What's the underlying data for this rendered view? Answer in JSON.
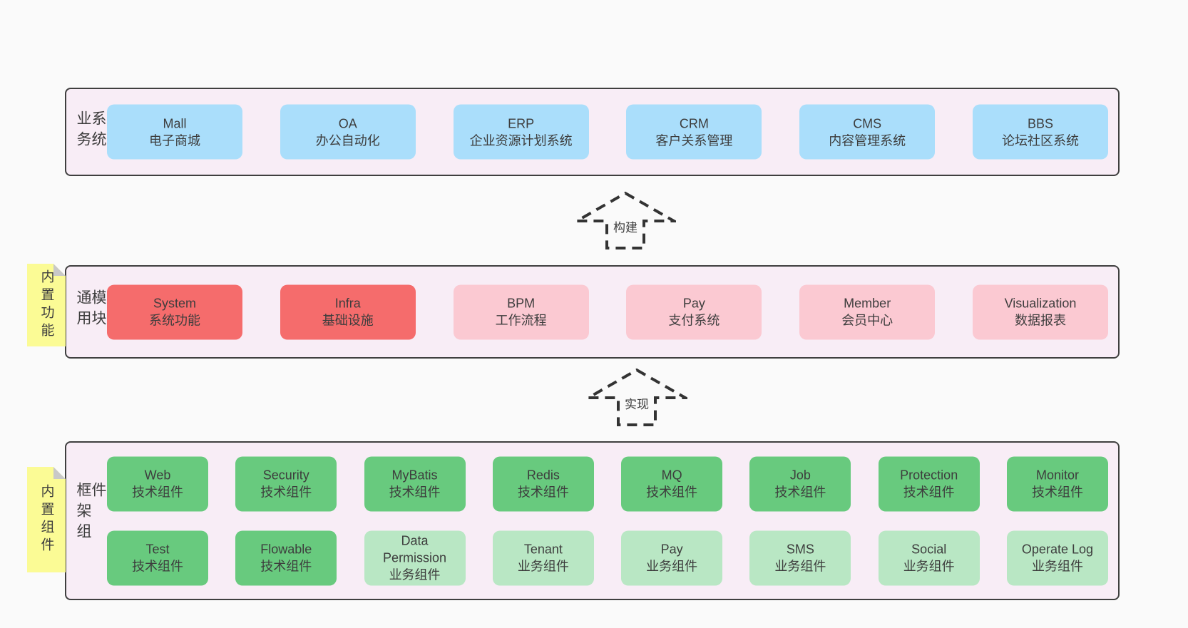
{
  "palette": {
    "page_bg": "#fafafa",
    "panel_bg": "#f8edf6",
    "panel_border": "#3f3f3f",
    "blue_box": "#aadefb",
    "red_box": "#f56c6c",
    "pink_box": "#fbc9d2",
    "green_box": "#68ca7e",
    "light_green_box": "#b9e7c4",
    "sticky_yellow": "#fbfb95",
    "sticky_fold_gray": "#c8c8c8",
    "text": "#3d3d3d"
  },
  "sections": [
    {
      "label": "业务系统",
      "rows": [
        [
          {
            "name": "Mall",
            "sub": "电子商城"
          },
          {
            "name": "OA",
            "sub": "办公自动化"
          },
          {
            "name": "ERP",
            "sub": "企业资源计划系统"
          },
          {
            "name": "CRM",
            "sub": "客户关系管理"
          },
          {
            "name": "CMS",
            "sub": "内容管理系统"
          },
          {
            "name": "BBS",
            "sub": "论坛社区系统"
          }
        ]
      ]
    },
    {
      "label": "通用模块",
      "sticky": "内置功能",
      "rows": [
        [
          {
            "name": "System",
            "sub": "系统功能"
          },
          {
            "name": "Infra",
            "sub": "基础设施"
          },
          {
            "name": "BPM",
            "sub": "工作流程"
          },
          {
            "name": "Pay",
            "sub": "支付系统"
          },
          {
            "name": "Member",
            "sub": "会员中心"
          },
          {
            "name": "Visualization",
            "sub": "数据报表"
          }
        ]
      ]
    },
    {
      "label": "框架组件",
      "sticky": "内置组件",
      "rows": [
        [
          {
            "name": "Web",
            "sub": "技术组件"
          },
          {
            "name": "Security",
            "sub": "技术组件"
          },
          {
            "name": "MyBatis",
            "sub": "技术组件"
          },
          {
            "name": "Redis",
            "sub": "技术组件"
          },
          {
            "name": "MQ",
            "sub": "技术组件"
          },
          {
            "name": "Job",
            "sub": "技术组件"
          },
          {
            "name": "Protection",
            "sub": "技术组件"
          },
          {
            "name": "Monitor",
            "sub": "技术组件"
          }
        ],
        [
          {
            "name": "Test",
            "sub": "技术组件"
          },
          {
            "name": "Flowable",
            "sub": "技术组件"
          },
          {
            "name": "Data Permission",
            "sub": "业务组件"
          },
          {
            "name": "Tenant",
            "sub": "业务组件"
          },
          {
            "name": "Pay",
            "sub": "业务组件"
          },
          {
            "name": "SMS",
            "sub": "业务组件"
          },
          {
            "name": "Social",
            "sub": "业务组件"
          },
          {
            "name": "Operate Log",
            "sub": "业务组件"
          }
        ]
      ]
    }
  ],
  "arrows": [
    {
      "label": "构建"
    },
    {
      "label": "实现"
    }
  ]
}
